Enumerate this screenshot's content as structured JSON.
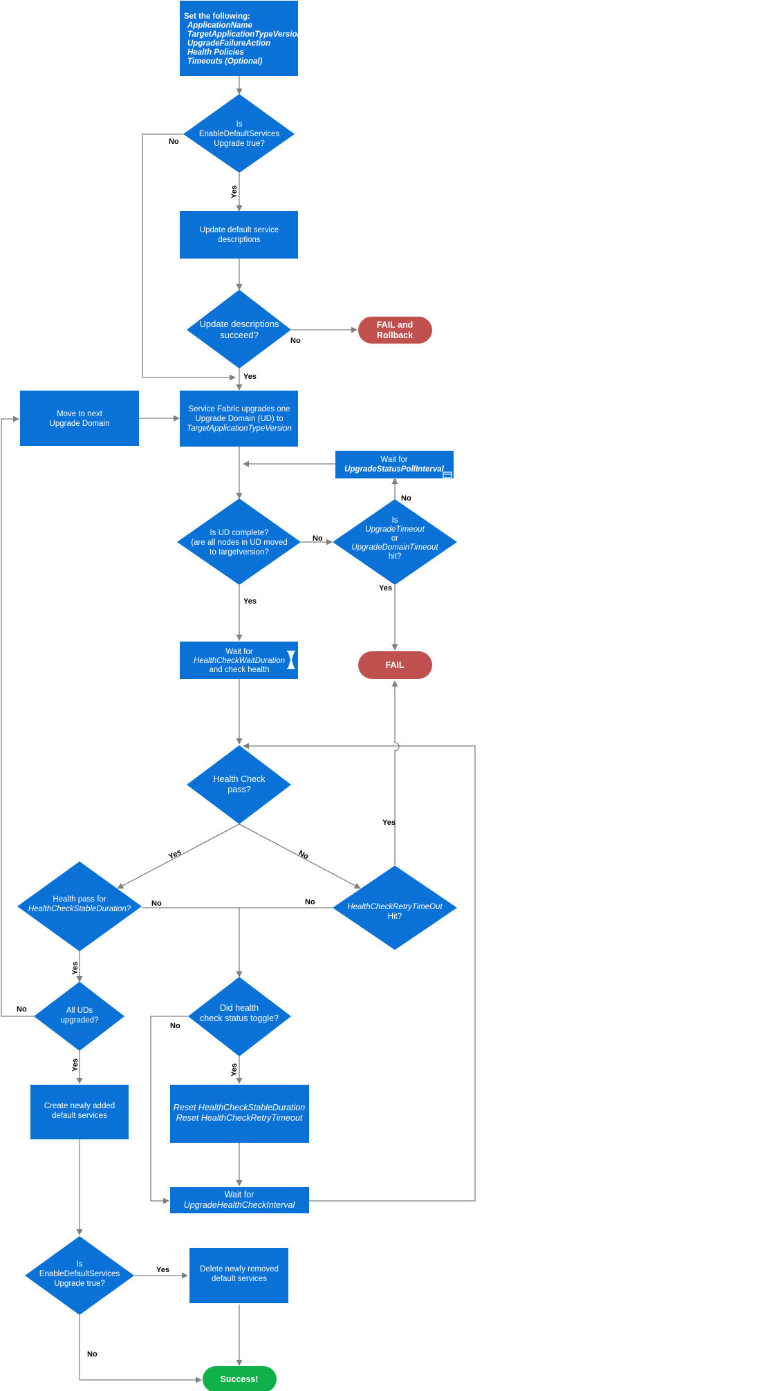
{
  "colors": {
    "process": "#0a72d6",
    "fail": "#c0504d",
    "success": "#10b04a",
    "connector": "#7f7f7f",
    "text_on_shape": "#ffffff",
    "label": "#000000"
  },
  "nodes": {
    "start": {
      "title": "Set the following:",
      "items": [
        "ApplicationName",
        "TargetApplicationTypeVersion",
        "UpgradeFailureAction",
        "Health Policies",
        "Timeouts (Optional)"
      ]
    },
    "enable_default_services_1": [
      "Is",
      "EnableDefaultServices",
      "Upgrade true?"
    ],
    "update_default_service_descriptions": [
      "Update default service",
      "descriptions"
    ],
    "update_descriptions_succeed": [
      "Update descriptions",
      "succeed?"
    ],
    "fail_and_rollback": [
      "FAIL and",
      "Rollback"
    ],
    "move_to_next_ud": [
      "Move to next",
      "Upgrade Domain"
    ],
    "sf_upgrades_one_ud": [
      "Service Fabric upgrades one",
      "Upgrade Domain (UD) to",
      "TargetApplicationTypeVersion"
    ],
    "wait_upgrade_status_poll": [
      "Wait for",
      "UpgradeStatusPollInterval"
    ],
    "is_ud_complete": [
      "Is UD complete?",
      "(are all nodes in UD moved",
      "to targetversion?"
    ],
    "is_upgrade_timeout": [
      "Is",
      "UpgradeTimeout",
      "or",
      "UpgradeDomainTimeout",
      "hit?"
    ],
    "wait_health_check_wait": [
      "Wait for",
      "HealthCheckWaitDuration",
      "and check health"
    ],
    "fail": "FAIL",
    "health_check_pass": [
      "Health Check",
      "pass?"
    ],
    "health_pass_stable": [
      "Health pass for",
      "HealthCheckStableDuration?"
    ],
    "retry_timeout_hit": [
      "HealthCheckRetryTimeOut",
      "Hit?"
    ],
    "all_uds_upgraded": [
      "All UDs",
      "upgraded?"
    ],
    "did_health_toggle": [
      "Did health",
      "check status toggle?"
    ],
    "create_default_services": [
      "Create newly added",
      "default services"
    ],
    "reset_health_check": [
      "Reset HealthCheckStableDuration",
      "Reset HealthCheckRetryTimeout"
    ],
    "wait_upgrade_health_check_interval": [
      "Wait for",
      "UpgradeHealthCheckInterval"
    ],
    "enable_default_services_2": [
      "Is",
      "EnableDefaultServices",
      "Upgrade true?"
    ],
    "delete_default_services": [
      "Delete newly removed",
      "default services"
    ],
    "success": "Success!"
  },
  "edge_labels": {
    "yes": "Yes",
    "no": "No"
  }
}
